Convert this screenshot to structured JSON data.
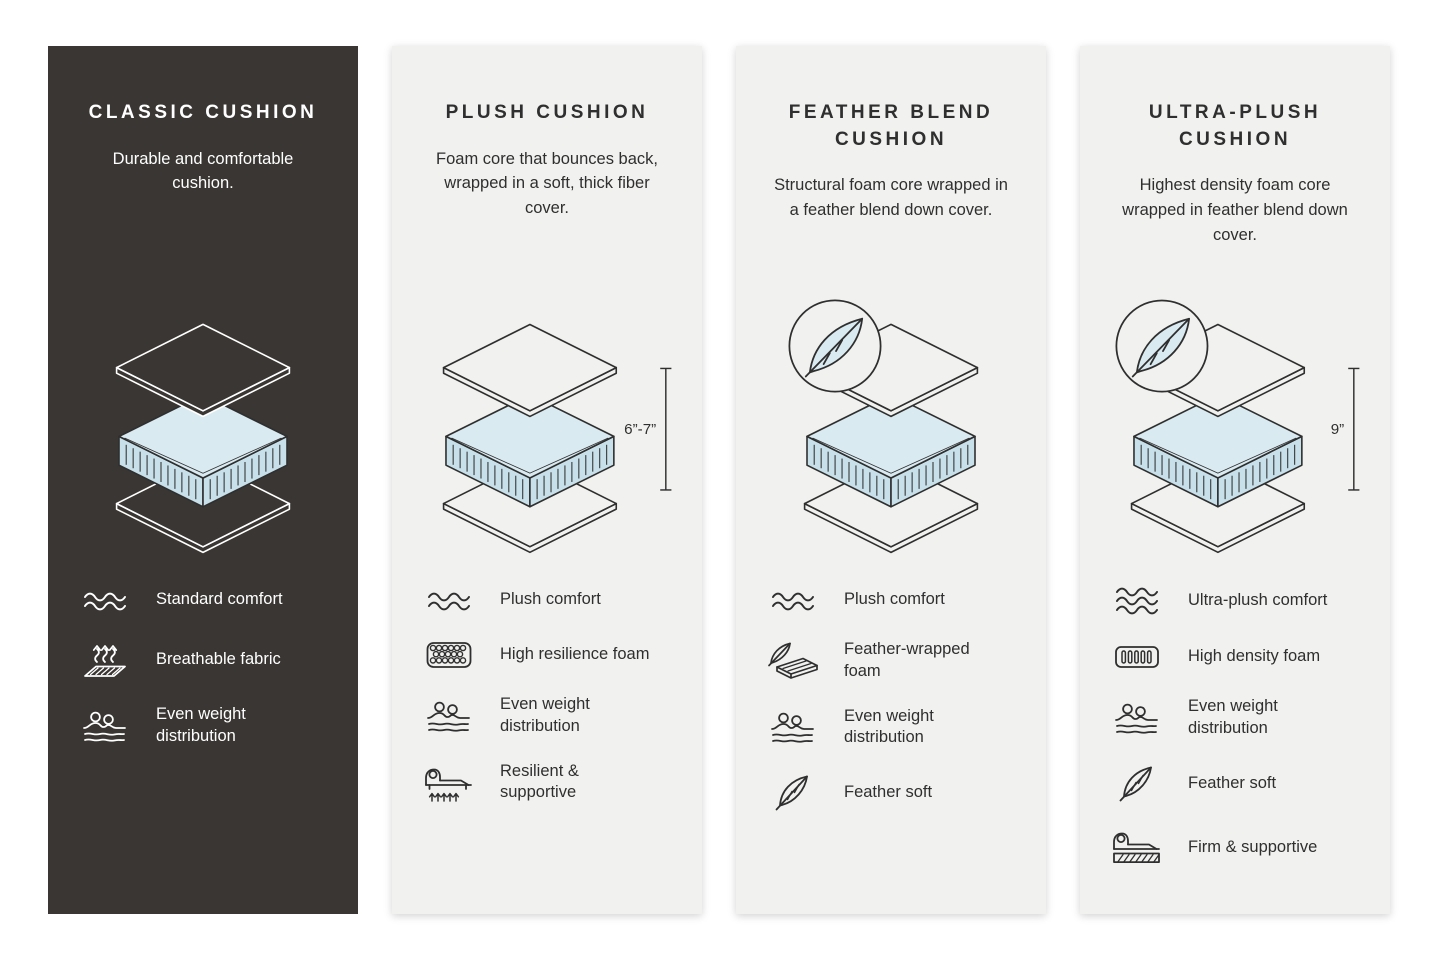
{
  "page": {
    "title": "Cushion comparison infographic"
  },
  "colors": {
    "background": "#ffffff",
    "card_dark": "#3a3633",
    "card_light": "#f1f1ef",
    "foam_top": "#d9eaf1",
    "foam_side": "#c7e0ea",
    "line": "#2f2f2f",
    "text_on_dark": "#ffffff"
  },
  "cards": [
    {
      "id": "classic",
      "theme": "dark",
      "title": "CLASSIC CUSHION",
      "description": "Durable and comfortable cushion.",
      "diagram": {
        "feather_badge": false,
        "dimension": null
      },
      "features": [
        {
          "icon": "waves-2-icon",
          "label": "Standard comfort"
        },
        {
          "icon": "breathable-icon",
          "label": "Breathable fabric"
        },
        {
          "icon": "even-weight-icon",
          "label": "Even weight distribution"
        }
      ]
    },
    {
      "id": "plush",
      "theme": "light",
      "title": "PLUSH CUSHION",
      "description": "Foam core that bounces back, wrapped in a soft, thick fiber cover.",
      "diagram": {
        "feather_badge": false,
        "dimension": "6”-7”"
      },
      "features": [
        {
          "icon": "waves-2-icon",
          "label": "Plush comfort"
        },
        {
          "icon": "honeycomb-foam-icon",
          "label": "High resilience foam"
        },
        {
          "icon": "even-weight-icon",
          "label": "Even weight distribution"
        },
        {
          "icon": "lounger-arrows-icon",
          "label": "Resilient & supportive"
        }
      ]
    },
    {
      "id": "feather-blend",
      "theme": "light",
      "title": "FEATHER BLEND CUSHION",
      "description": "Structural foam core wrapped in a feather blend down cover.",
      "diagram": {
        "feather_badge": true,
        "dimension": null
      },
      "features": [
        {
          "icon": "waves-2-icon",
          "label": "Plush comfort"
        },
        {
          "icon": "feather-foam-icon",
          "label": "Feather-wrapped foam"
        },
        {
          "icon": "even-weight-icon",
          "label": "Even weight distribution"
        },
        {
          "icon": "feather-icon",
          "label": "Feather soft"
        }
      ]
    },
    {
      "id": "ultra-plush",
      "theme": "light",
      "title": "ULTRA-PLUSH CUSHION",
      "description": "Highest density foam core wrapped in feather blend down cover.",
      "diagram": {
        "feather_badge": true,
        "dimension": "9”"
      },
      "features": [
        {
          "icon": "waves-3-icon",
          "label": "Ultra-plush comfort"
        },
        {
          "icon": "density-foam-icon",
          "label": "High density foam"
        },
        {
          "icon": "even-weight-icon",
          "label": "Even weight distribution"
        },
        {
          "icon": "feather-icon",
          "label": "Feather soft"
        },
        {
          "icon": "firm-supportive-icon",
          "label": "Firm & supportive"
        }
      ]
    }
  ]
}
